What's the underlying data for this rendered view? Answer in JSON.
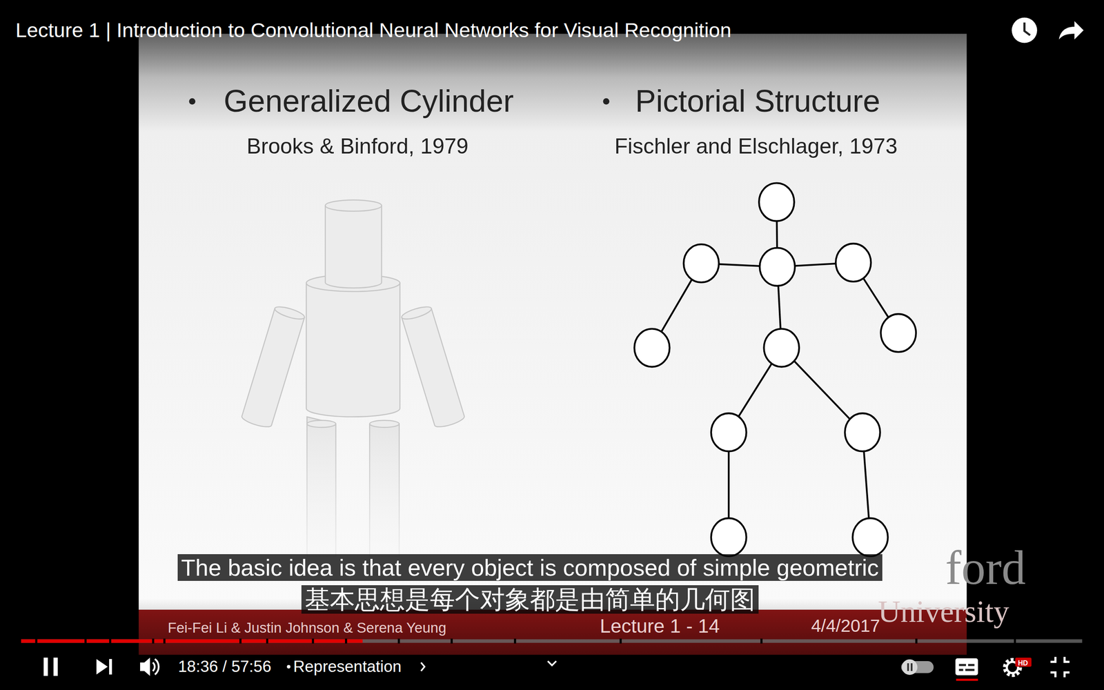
{
  "diagram": {
    "title": "Lecture 1 | Introduction to Convolutional Neural Networks for Visual Recognition",
    "labels": [
      "Generalized Cylinder",
      "Brooks & Binford, 1979",
      "Pictorial Structure",
      "Fischler and Elschlager, 1973",
      "The basic idea is that every object is composed of simple geometric",
      "基本思想是每个对象都是由简单的几何图",
      "ford",
      "University",
      "Fei-Fei Li & Justin Johnson & Serena Yeung",
      "Lecture 1 - 14",
      "4/4/2017",
      "18:36 / 57:56",
      "Representation",
      "HD"
    ]
  }
}
